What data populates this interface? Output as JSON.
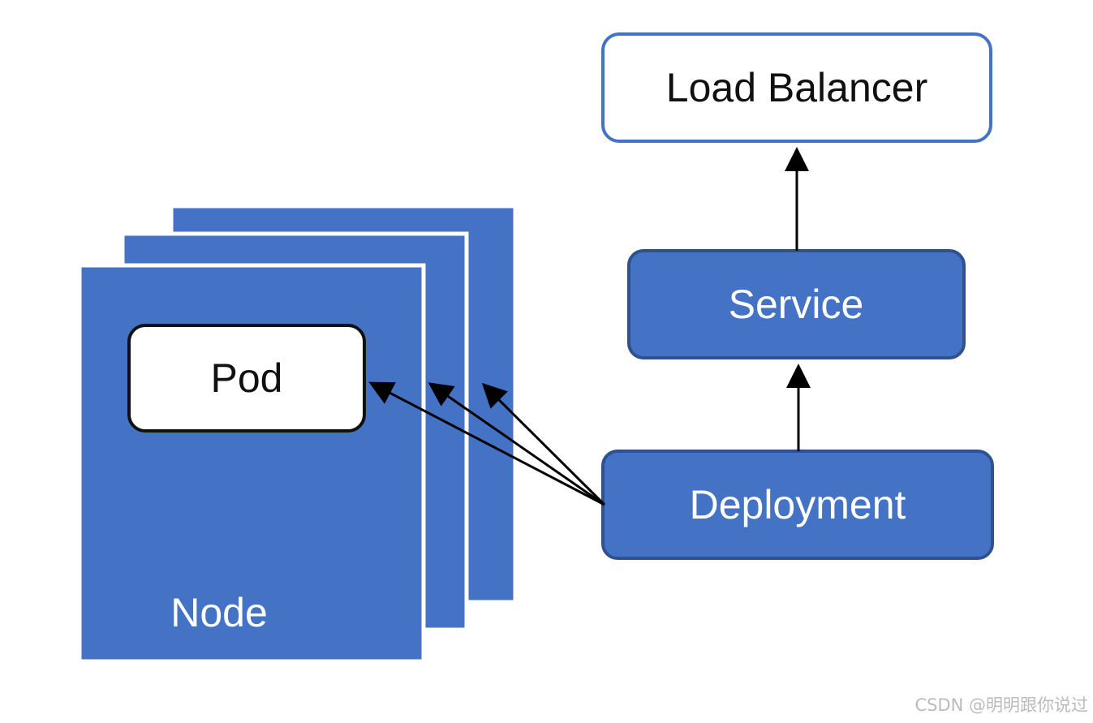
{
  "diagram": {
    "nodes": {
      "load_balancer": "Load Balancer",
      "service": "Service",
      "deployment": "Deployment",
      "pod": "Pod",
      "node": "Node"
    },
    "edges": [
      {
        "from": "Service",
        "to": "Load Balancer"
      },
      {
        "from": "Deployment",
        "to": "Service"
      },
      {
        "from": "Deployment",
        "to": "Pod"
      },
      {
        "from": "Deployment",
        "to": "Node (second)"
      },
      {
        "from": "Deployment",
        "to": "Node (third)"
      }
    ],
    "colors": {
      "node_fill": "#4472C4",
      "lb_border": "#4472C4",
      "box_border": "#2F528F",
      "text_light": "#FFFFFF",
      "text_dark": "#111111"
    }
  },
  "watermark": "CSDN @明明跟你说过"
}
